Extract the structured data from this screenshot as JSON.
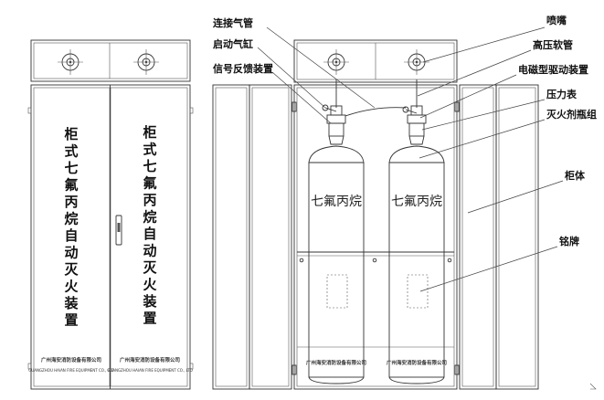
{
  "front_view": {
    "door_left_text": [
      "柜",
      "式",
      "七",
      "氟",
      "丙",
      "烷",
      "自",
      "动",
      "灭",
      "火",
      "装",
      "置"
    ],
    "door_right_text": [
      "柜",
      "式",
      "七",
      "氟",
      "丙",
      "烷",
      "自",
      "动",
      "灭",
      "火",
      "装",
      "置"
    ],
    "company_cn": "广州海安消防设备有限公司",
    "company_en": "GUANGZHOU HAIAN FIRE EQUIPMENT CO., LTD"
  },
  "inner_view": {
    "cylinder_label_left": "七氟丙烷",
    "cylinder_label_right": "七氟丙烷",
    "cylinder_company_left": "广州海安消防设备有限公司",
    "cylinder_company_right": "广州海安消防设备有限公司"
  },
  "callouts": {
    "left": [
      "连接气管",
      "启动气缸",
      "信号反馈装置"
    ],
    "right": [
      "喷嘴",
      "高压软管",
      "电磁型驱动装置",
      "压力表",
      "灭火剂瓶组",
      "柜体",
      "铭牌"
    ]
  }
}
